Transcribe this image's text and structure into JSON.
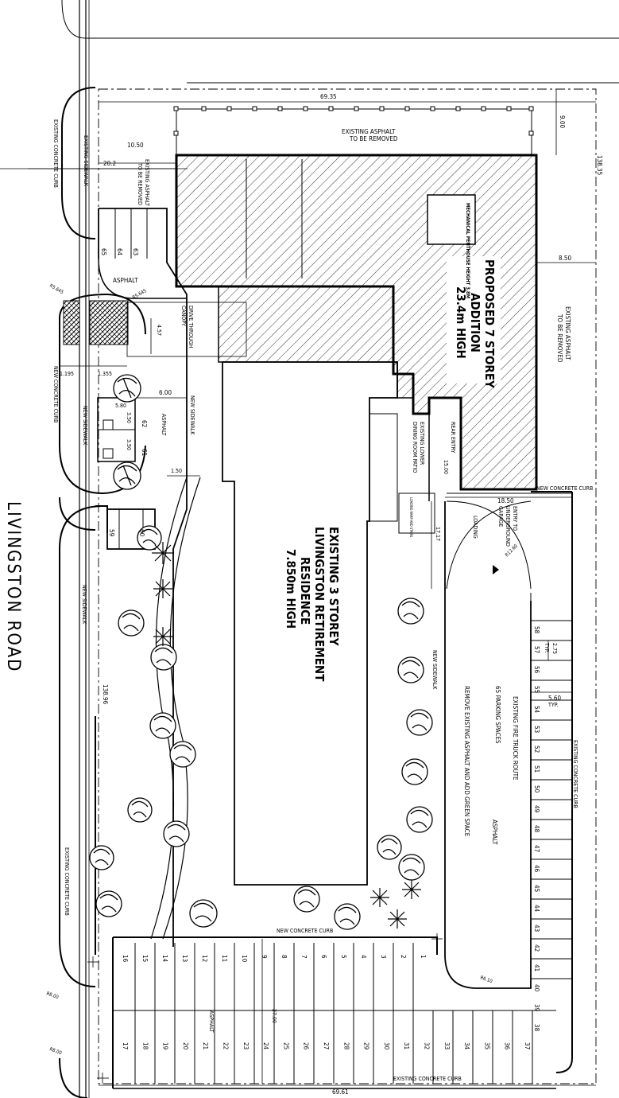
{
  "road": "LIVINGSTON ROAD",
  "proposed_building": {
    "line1": "PROPOSED 7 STOREY",
    "line2": "ADDITION",
    "line3": "23.4m HIGH",
    "mechanical": "MECHANICAL PENTHOUSE HEIGHT 3.8M"
  },
  "existing_building": {
    "line1": "EXISTING 3 STOREY",
    "line2": "LIVINGSTON RETIREMENT",
    "line3": "RESIDENCE",
    "line4": "7.850m HIGH"
  },
  "labels": {
    "asphalt_removed_top_1": "EXISTING ASPHALT",
    "asphalt_removed_top_2": "TO BE REMOVED",
    "asphalt_removed_right_1": "EXISTING ASPHALT",
    "asphalt_removed_right_2": "TO BE REMOVED",
    "asphalt_removed_left_1": "EXISTING ASPHALT",
    "asphalt_removed_left_2": "TO BE REMOVED",
    "asphalt_1": "ASPHALT",
    "asphalt_2": "ASPHALT",
    "asphalt_3": "ASPHALT",
    "asphalt_4": "ASPHALT",
    "drive_through_1": "DRIVE THROUGH",
    "drive_through_2": "CANOPY",
    "existing_sidewalk": "EXISTING SIDEWALK",
    "existing_curb_left": "EXISTING CONCRETE CURB",
    "existing_curb_bottom_left": "EXISTING CONCRETE CURB",
    "existing_curb_bottom": "EXISTING CONCRETE CURB",
    "existing_curb_right": "EXISTING CONCRETE CURB",
    "new_curb_left": "NEW CONCRETE CURB",
    "new_curb_right": "NEW CONCRETE CURB",
    "new_curb_bottom": "NEW CONCRETE CURB",
    "new_sidewalk_1": "NEW SIDEWALK",
    "new_sidewalk_2": "NEW SIDEWALK",
    "new_sidewalk_3": "NEW SIDEWALK",
    "new_sidewalk_4": "NEW SIDEWALK",
    "rear_entry": "REAR ENTRY",
    "patio_1": "EXISTING LOWER",
    "patio_2": "DINING ROOM PATIO",
    "loading": "LOADING",
    "garage_1": "ENTRY TO",
    "garage_2": "UNDERGROUND",
    "garage_3": "GARAGE",
    "fire_route": "EXISTING FIRE TRUCK ROUTE",
    "parking_spaces": "65 PARKING SPACES",
    "green_space": "REMOVE EXISTING ASPHALT AND ADD GREEN SPACE",
    "typ_1": "TYP.",
    "typ_2": "TYP.",
    "loading_ramp": "LOADING RAMP AND STAIRS"
  },
  "dimensions": {
    "d6935": "69.35",
    "d900": "9.00",
    "d13835": "138.35",
    "d850": "8.50",
    "d1050": "10.50",
    "d202": "20.2",
    "r5645a": "R5.645",
    "r5645b": "R5.645",
    "d457": "4.57",
    "d1195": "1.195",
    "d1355": "1.355",
    "d580": "5.80",
    "d600": "6.00",
    "d350a": "3.50",
    "d350b": "3.50",
    "d150": "1.50",
    "d1500": "15.00",
    "d1850": "18.50",
    "d1717": "17.17",
    "r1260": "R12.60",
    "d275": "2.75",
    "d560": "5.60",
    "d13896": "138.96",
    "r800a": "R8.00",
    "r800b": "R8.00",
    "r610": "R6.10",
    "d2700": "27.00",
    "d6961": "69.61"
  },
  "stalls_right_top": [
    "58",
    "57",
    "56",
    "55",
    "54",
    "53",
    "52",
    "51",
    "50",
    "49",
    "48",
    "47",
    "46",
    "45",
    "44",
    "43",
    "42",
    "41",
    "40",
    "39",
    "38"
  ],
  "stalls_bottom_inner": [
    "16",
    "15",
    "14",
    "13",
    "12",
    "11",
    "10",
    "9",
    "8",
    "7",
    "6",
    "5",
    "4",
    "3",
    "2",
    "1"
  ],
  "stalls_bottom_outer": [
    "17",
    "18",
    "19",
    "20",
    "21",
    "22",
    "23",
    "24",
    "25",
    "26",
    "27",
    "28",
    "29",
    "30",
    "31",
    "32",
    "33",
    "34",
    "35",
    "36",
    "37"
  ],
  "stalls_left": [
    "65",
    "64",
    "63"
  ],
  "stalls_accessible": [
    "62",
    "61"
  ],
  "stalls_misc": [
    "59",
    "60"
  ]
}
